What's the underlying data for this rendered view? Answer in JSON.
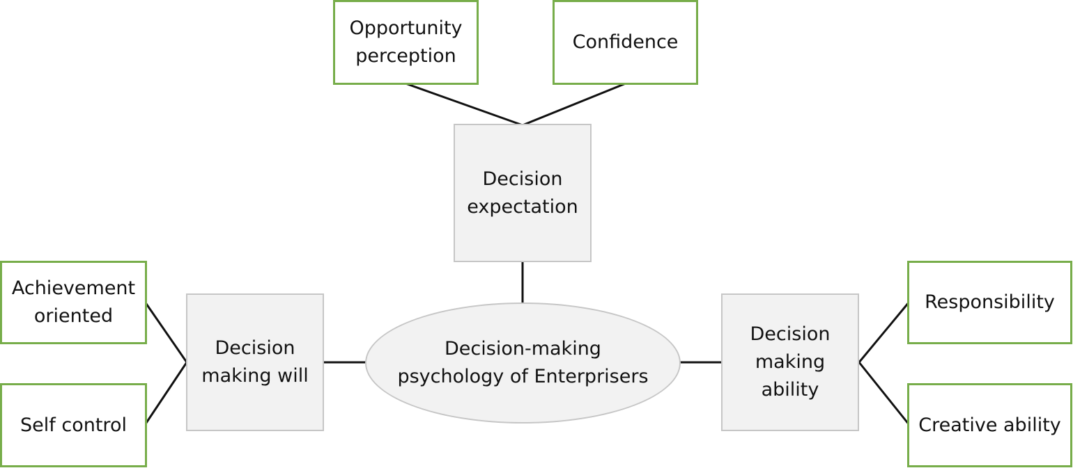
{
  "colors": {
    "leaf_border": "#77ad4a",
    "node_fill": "#f2f2f2",
    "node_border": "#c6c6c6",
    "connector": "#111111"
  },
  "center": {
    "label": "Decision-making\npsychology of Enterprisers"
  },
  "branches": {
    "top": {
      "label": "Decision\nexpectation",
      "children": [
        "Opportunity\nperception",
        "Confidence"
      ]
    },
    "left": {
      "label": "Decision\nmaking will",
      "children": [
        "Achievement\noriented",
        "Self control"
      ]
    },
    "right": {
      "label": "Decision\nmaking\nability",
      "children": [
        "Responsibility",
        "Creative ability"
      ]
    }
  }
}
